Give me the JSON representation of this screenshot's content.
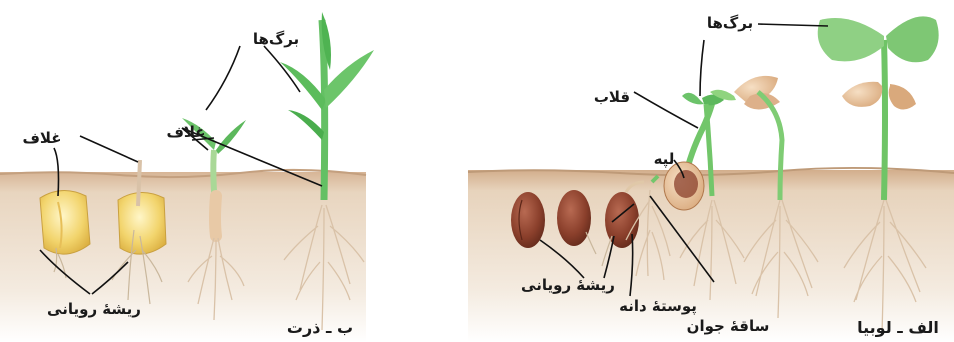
{
  "colors": {
    "soil_top": "#ead8c4",
    "soil_band": "#c9a88a",
    "leaf_green": "#5cc063",
    "leaf_light": "#a8dd9e",
    "bean_seed": "#8a3f2b",
    "corn_kernel": "#f3d673",
    "cotyledon": "#e7c29c"
  },
  "left_panel": {
    "caption": "ب ـ ذرت",
    "labels": {
      "leaves": "برگ‌ها",
      "sheath_stem": "غلاف",
      "sheath_seed": "غلاف",
      "embryonic_root": "ریشهٔ رویانی"
    }
  },
  "right_panel": {
    "caption": "الف ـ لوبیا",
    "labels": {
      "leaves": "برگ‌ها",
      "hook": "قلاب",
      "cotyledon": "لپه",
      "embryonic_root": "ریشهٔ رویانی",
      "seed_coat": "پوستهٔ دانه",
      "young_stem": "ساقهٔ جوان"
    }
  }
}
